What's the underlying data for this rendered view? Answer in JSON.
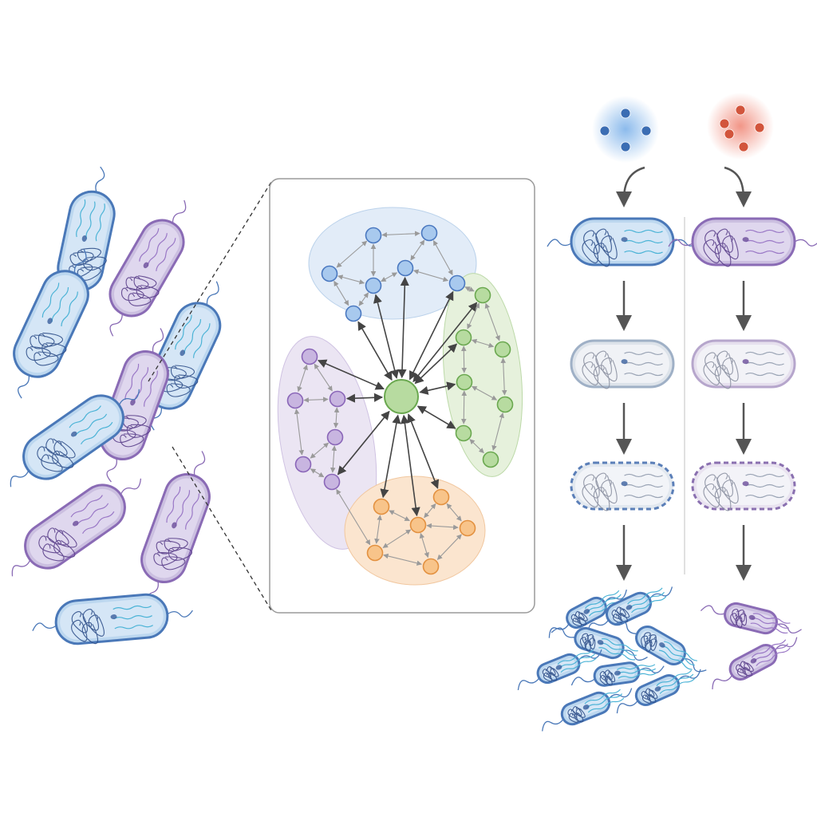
{
  "colors": {
    "background": "#ffffff",
    "blue_fill": "#bcd7ef",
    "blue_stroke": "#4a78b8",
    "blue_inner": "#d9e9f7",
    "purple_fill": "#cbbfe0",
    "purple_stroke": "#8a6bb5",
    "purple_inner": "#e3daf0",
    "green_node": "#b7dba0",
    "green_stroke": "#6aa84f",
    "green_cluster": "#e6f1dc",
    "orange_node": "#f8c48a",
    "orange_stroke": "#e39140",
    "orange_cluster": "#fbe5cf",
    "cluster_blue": "#e1ecf8",
    "cluster_purple": "#ebe5f3",
    "node_blue": "#a8c9ee",
    "node_blue_stroke": "#4a78c0",
    "node_purple": "#c8b5e0",
    "node_purple_stroke": "#8a66b8",
    "arrow_dark": "#444444",
    "arrow_light": "#9a9a9a",
    "signal_blue": "#3b6db3",
    "signal_red": "#d2553c",
    "panel_stroke": "#999999",
    "divider": "#cccccc"
  },
  "icons": {
    "signal_left": "blue-signal-molecules-icon",
    "signal_right": "red-signal-molecules-icon",
    "cell": "bacterium-cell-icon",
    "hub": "central-hub-node-icon"
  },
  "stages": {
    "left_column": [
      "intact",
      "faded",
      "dashed-membrane",
      "proliferated"
    ],
    "right_column": [
      "intact",
      "faded",
      "dashed-membrane",
      "reduced"
    ]
  }
}
